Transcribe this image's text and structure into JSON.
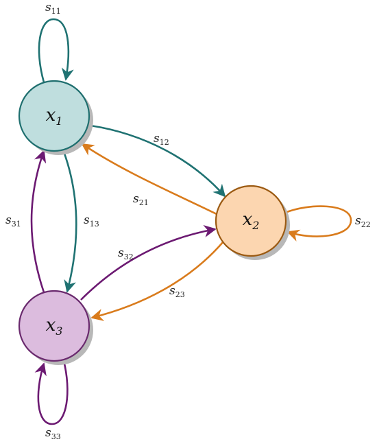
{
  "nodes": {
    "x1": {
      "letter": "x",
      "index": "1",
      "fill": "#bfdede",
      "stroke": "#1f6f6f"
    },
    "x2": {
      "letter": "x",
      "index": "2",
      "fill": "#fcd6b0",
      "stroke": "#9b5a12"
    },
    "x3": {
      "letter": "x",
      "index": "3",
      "fill": "#dcbcde",
      "stroke": "#6a2a6e"
    }
  },
  "edges": {
    "s11": {
      "letter": "s",
      "index": "11",
      "color": "#1f7272"
    },
    "s12": {
      "letter": "s",
      "index": "12",
      "color": "#1f7272"
    },
    "s13": {
      "letter": "s",
      "index": "13",
      "color": "#1f7272"
    },
    "s21": {
      "letter": "s",
      "index": "21",
      "color": "#d97b1c"
    },
    "s22": {
      "letter": "s",
      "index": "22",
      "color": "#d97b1c"
    },
    "s23": {
      "letter": "s",
      "index": "23",
      "color": "#d97b1c"
    },
    "s31": {
      "letter": "s",
      "index": "31",
      "color": "#6c1a72"
    },
    "s32": {
      "letter": "s",
      "index": "32",
      "color": "#6c1a72"
    },
    "s33": {
      "letter": "s",
      "index": "33",
      "color": "#6c1a72"
    }
  },
  "shadow_color": "#b8b8b8"
}
